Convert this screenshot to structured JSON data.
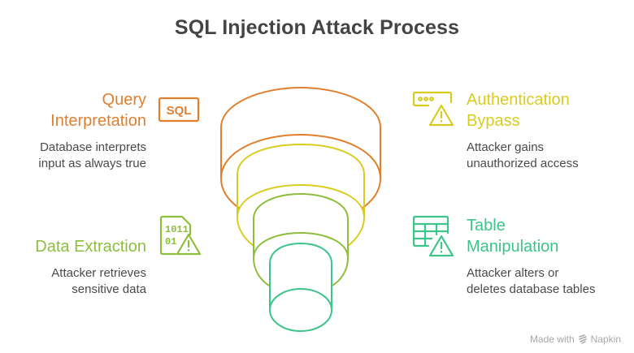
{
  "title": "SQL Injection Attack Process",
  "steps": [
    {
      "id": "query-interpretation",
      "heading_lines": [
        "Query",
        "Interpretation"
      ],
      "description_lines": [
        "Database interprets",
        "input as always true"
      ],
      "icon": "sql-icon",
      "icon_text": "SQL",
      "color": "#E07F2E",
      "side": "left"
    },
    {
      "id": "authentication-bypass",
      "heading_lines": [
        "Authentication",
        "Bypass"
      ],
      "description_lines": [
        "Attacker gains",
        "unauthorized access"
      ],
      "icon": "password-warning-icon",
      "icon_text": "",
      "color": "#D9CC1F",
      "side": "right"
    },
    {
      "id": "data-extraction",
      "heading_lines": [
        "Data Extraction"
      ],
      "description_lines": [
        "Attacker retrieves",
        "sensitive data"
      ],
      "icon": "binary-file-warning-icon",
      "icon_text": "",
      "color": "#8DBE3C",
      "side": "left"
    },
    {
      "id": "table-manipulation",
      "heading_lines": [
        "Table",
        "Manipulation"
      ],
      "description_lines": [
        "Attacker alters or",
        "deletes database tables"
      ],
      "icon": "table-warning-icon",
      "icon_text": "",
      "color": "#3CC48A",
      "side": "right"
    }
  ],
  "funnel_colors": [
    "#E07F2E",
    "#D9CC1F",
    "#8DBE3C",
    "#3CC48A"
  ],
  "watermark": {
    "prefix": "Made with",
    "brand": "Napkin",
    "icon": "napkin-logo-icon"
  }
}
